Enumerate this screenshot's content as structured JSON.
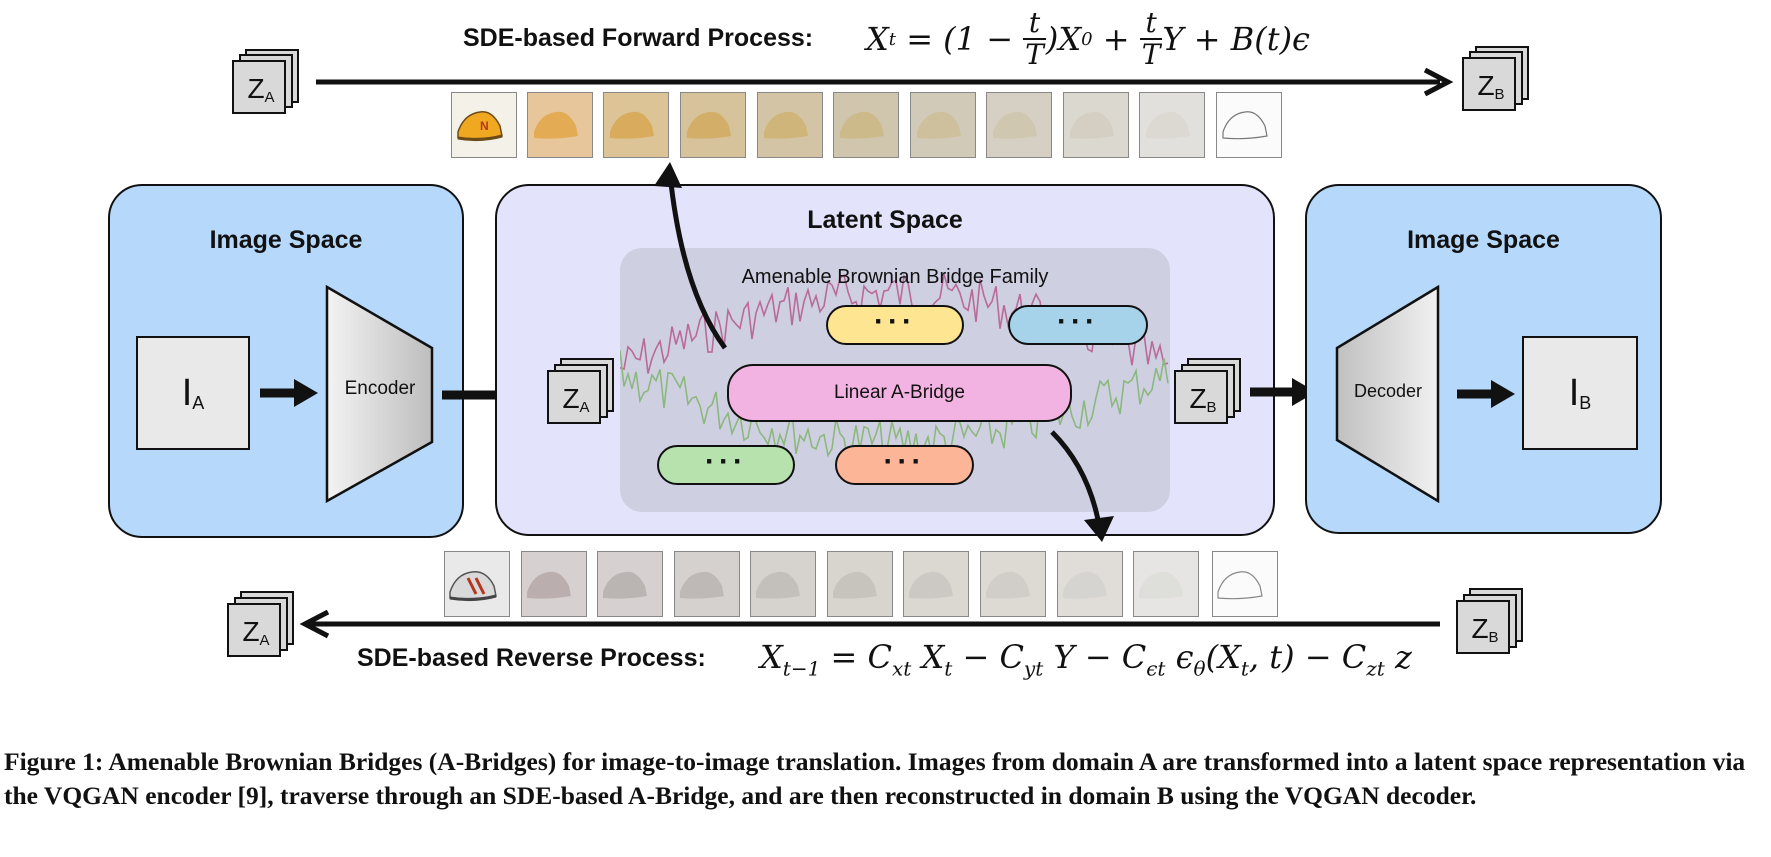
{
  "forward": {
    "label": "SDE-based Forward Process:",
    "formula_lhs": "X",
    "formula_lhs_sub": "t",
    "formula_rest_1": " = (1 − ",
    "frac1_num": "t",
    "frac1_den": "T",
    "formula_rest_2": ")X",
    "x0_sub": "0",
    "formula_rest_3": " + ",
    "frac2_num": "t",
    "frac2_den": "T",
    "formula_rest_4": "Y + B(t)ϵ"
  },
  "reverse": {
    "label": "SDE-based Reverse Process:",
    "formula": "X_{t−1} = C_{xt} X_t − C_{yt} Y − C_{ϵt} ϵ_θ(X_t, t) − C_{zt} z",
    "f_x": "X",
    "f_x_sub": "t−1",
    "f_eq_c": " = C",
    "f_cxt_sub": "xt",
    "f_xt": " X",
    "f_xt_sub": "t",
    "f_minus_c": " − C",
    "f_cyt_sub": "yt",
    "f_y": " Y − C",
    "f_cet_sub": "ϵt",
    "f_eps": " ϵ",
    "f_eps_sub": "θ",
    "f_args": "(X",
    "f_args_sub": "t",
    "f_args_end": ", t) − C",
    "f_czt_sub": "zt",
    "f_z": " z"
  },
  "z": {
    "letter": "Z",
    "sub_a": "A",
    "sub_b": "B"
  },
  "left_panel": {
    "title": "Image Space",
    "image_letter": "I",
    "image_sub": "A",
    "module": "Encoder"
  },
  "right_panel": {
    "title": "Image Space",
    "image_letter": "I",
    "image_sub": "B",
    "module": "Decoder"
  },
  "latent_panel": {
    "title": "Latent Space",
    "family_label": "Amenable Brownian Bridge Family",
    "linear_bridge": "Linear A-Bridge",
    "ellipsis": "···"
  },
  "colors": {
    "image_space": "#b5d8fb",
    "latent_space": "#e3e3fb",
    "family_box": "#cfcfe2",
    "pill_yellow": "#fde591",
    "pill_blue": "#a6d3ea",
    "pill_pink": "#f3b3e2",
    "pill_green": "#b8e2ad",
    "pill_orange": "#fdb598",
    "noise_pink": "#b96a9a",
    "noise_green": "#8cb87d"
  },
  "caption": "Figure 1: Amenable Brownian Bridges (A-Bridges) for image-to-image translation. Images from domain A are transformed into a latent space representation via the VQGAN encoder [9], traverse through an SDE-based A-Bridge, and are then reconstructed in domain B using the VQGAN decoder."
}
